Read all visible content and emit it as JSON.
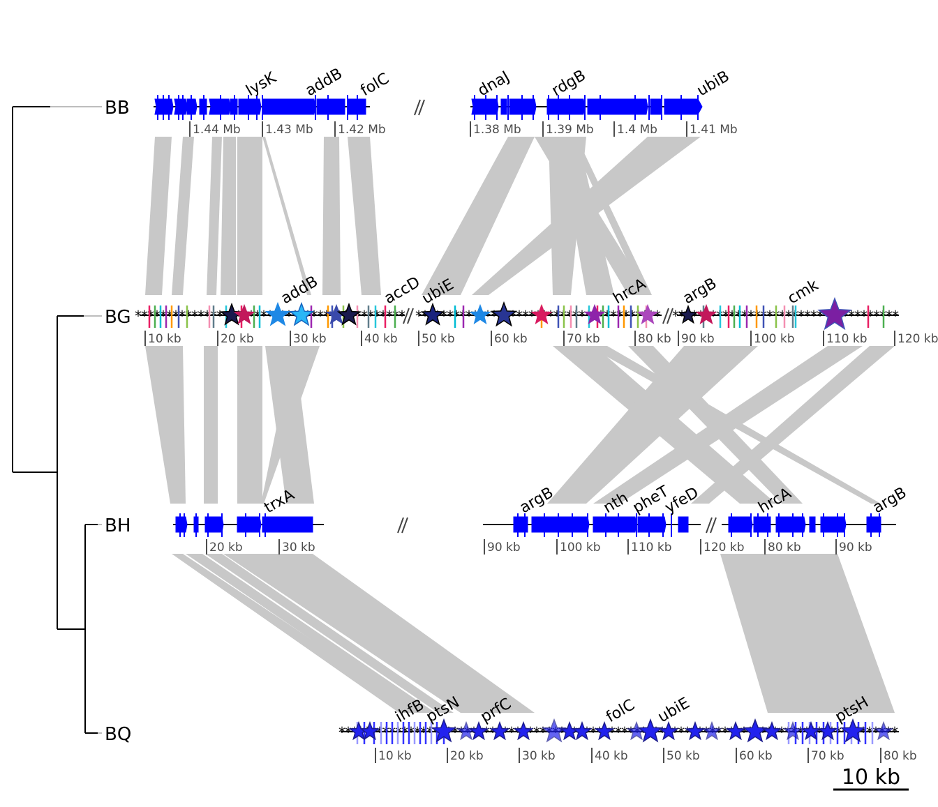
{
  "colors": {
    "gene": "#0000ff",
    "link": "#c8c8c8",
    "tree": "#000000",
    "tree_tip": "#bdbdbd",
    "tick": "#4d4d4d"
  },
  "tracks": [
    {
      "id": "BB",
      "label": "BB",
      "segments": [
        {
          "ticks": [
            "1.44 Mb",
            "1.43 Mb",
            "1.42 Mb"
          ],
          "genes": [
            "lysK",
            "addB",
            "folC"
          ]
        },
        {
          "ticks": [
            "1.38 Mb",
            "1.39 Mb",
            "1.4 Mb",
            "1.41 Mb"
          ],
          "genes": [
            "dnaJ",
            "rdgB",
            "ubiB"
          ]
        }
      ]
    },
    {
      "id": "BG",
      "label": "BG",
      "segments": [
        {
          "ticks": [
            "10 kb",
            "20 kb",
            "30 kb",
            "40 kb"
          ],
          "genes": [
            "addB",
            "accD"
          ]
        },
        {
          "ticks": [
            "50 kb",
            "60 kb",
            "70 kb",
            "80 kb"
          ],
          "genes": [
            "ubiE",
            "hrcA"
          ]
        },
        {
          "ticks": [
            "90 kb",
            "100 kb",
            "110 kb",
            "120 kb"
          ],
          "genes": [
            "argB",
            "cmk"
          ]
        }
      ]
    },
    {
      "id": "BH",
      "label": "BH",
      "segments": [
        {
          "ticks": [
            "20 kb",
            "30 kb"
          ],
          "genes": [
            "trxA"
          ]
        },
        {
          "ticks": [
            "90 kb",
            "100 kb",
            "110 kb",
            "120 kb"
          ],
          "genes": [
            "argB",
            "nth",
            "pheT",
            "yfeD"
          ]
        },
        {
          "ticks": [
            "80 kb",
            "90 kb"
          ],
          "genes": [
            "hrcA",
            "argB"
          ]
        }
      ]
    },
    {
      "id": "BQ",
      "label": "BQ",
      "segments": [
        {
          "ticks": [
            "10 kb",
            "20 kb",
            "30 kb",
            "40 kb",
            "50 kb",
            "60 kb",
            "70 kb",
            "80 kb"
          ],
          "genes": [
            "ihfB",
            "ptsN",
            "prfC",
            "folC",
            "ubiE",
            "ptsH"
          ]
        }
      ]
    }
  ],
  "scale_bar": {
    "label": "10 kb"
  }
}
